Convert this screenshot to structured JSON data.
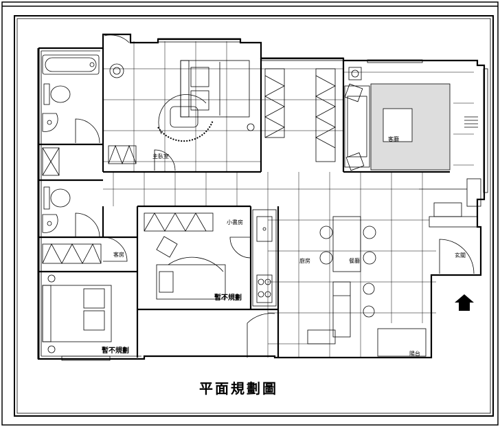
{
  "title": "平面規劃圖",
  "rooms": {
    "master_bedroom": "主臥室",
    "living_room": "客廳",
    "small_study": "小書房",
    "guest_room": "客房",
    "kitchen": "廚房",
    "dining": "餐廳",
    "entrance": "玄關",
    "balcony": "陽台",
    "undecided_1": "暫不規劃",
    "undecided_2": "暫不規劃"
  },
  "colors": {
    "line": "#000000",
    "background": "#ffffff"
  },
  "icons": [
    "bathtub-icon",
    "toilet-icon",
    "sink-icon",
    "bed-icon",
    "sofa-icon",
    "dining-table-icon",
    "stove-icon",
    "entry-arrow-icon",
    "door-swing-icon"
  ]
}
